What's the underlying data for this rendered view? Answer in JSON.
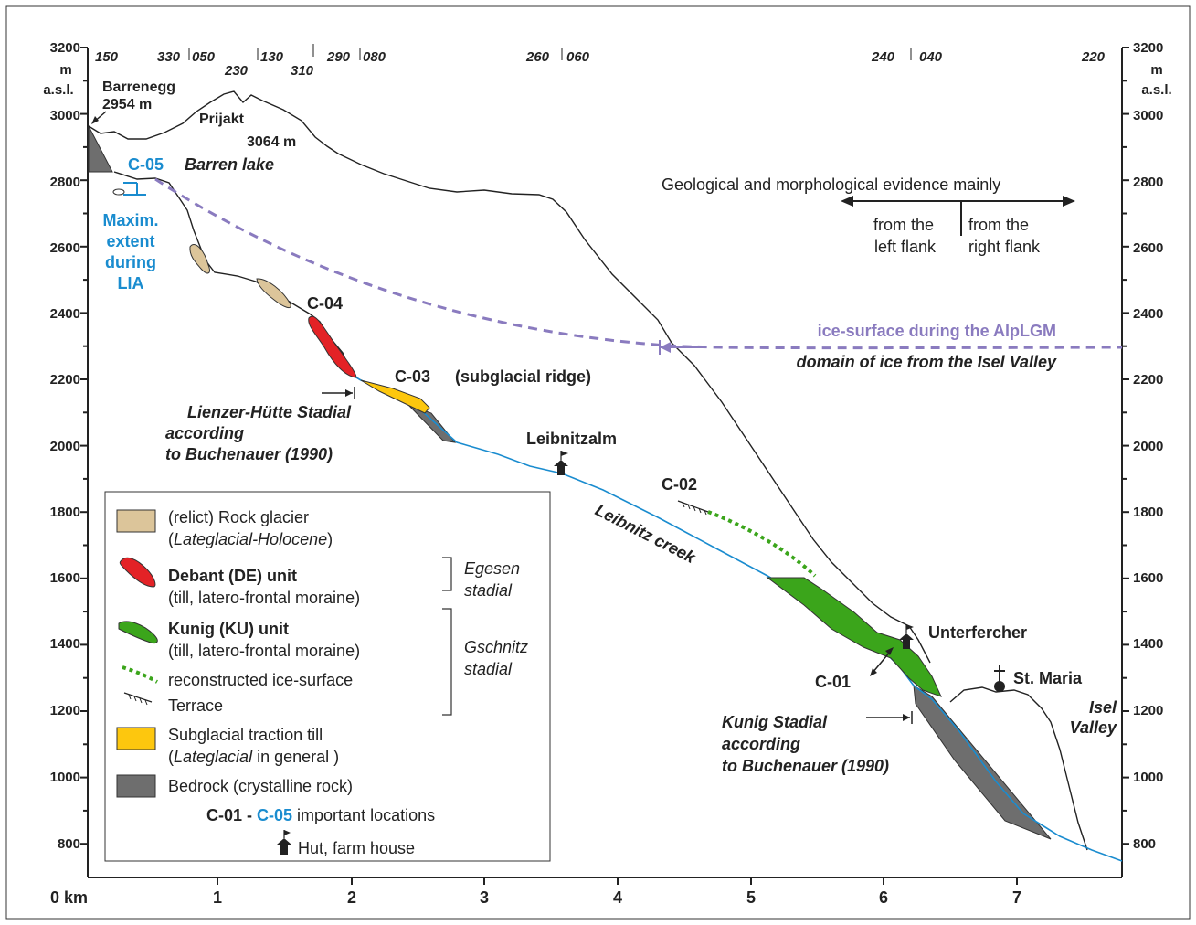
{
  "axes": {
    "y_ticks_left": [
      "3200",
      "3000",
      "2800",
      "2600",
      "2400",
      "2200",
      "2000",
      "1800",
      "1600",
      "1400",
      "1200",
      "1000",
      "800"
    ],
    "y_ticks_right": [
      "3200",
      "3000",
      "2800",
      "2600",
      "2400",
      "2200",
      "2000",
      "1800",
      "1600",
      "1400",
      "1200",
      "1000",
      "800"
    ],
    "y_unit_left": [
      "m",
      "a.s.l."
    ],
    "y_unit_right": [
      "m",
      "a.s.l."
    ],
    "x_ticks": [
      "0 km",
      "1",
      "2",
      "3",
      "4",
      "5",
      "6",
      "7"
    ]
  },
  "azimuths": [
    "150",
    "330",
    "050",
    "230",
    "130",
    "310",
    "290",
    "080",
    "260",
    "060",
    "240",
    "040",
    "220"
  ],
  "peaks": {
    "barrenegg_name": "Barrenegg",
    "barrenegg_height": "2954 m",
    "prijakt_name": "Prijakt",
    "prijakt_height": "3064 m"
  },
  "locations": {
    "c05": "C-05",
    "c05_desc": "Barren lake",
    "lia": [
      "Maxim.",
      "extent",
      "during",
      "LIA"
    ],
    "c04": "C-04",
    "c03": "C-03",
    "c03_desc": "(subglacial ridge)",
    "c02": "C-02",
    "c01": "C-01",
    "leibnitzalm": "Leibnitzalm",
    "unterfercher": "Unterfercher",
    "st_maria": "St. Maria",
    "creek": "Leibnitz creek",
    "valley": [
      "Isel",
      "Valley"
    ]
  },
  "stadials": {
    "lienzer": [
      "Lienzer-Hütte  Stadial",
      "according",
      "to Buchenauer (1990)"
    ],
    "kunig": [
      "Kunig Stadial",
      "according",
      "to Buchenauer (1990)"
    ]
  },
  "evidence": {
    "title": "Geological and morphological evidence mainly",
    "left": [
      "from the",
      "left flank"
    ],
    "right": [
      "from the",
      "right flank"
    ]
  },
  "ice_surface": {
    "line1": "ice-surface during the AlpLGM",
    "line2": "domain of ice from the Isel Valley"
  },
  "legend": {
    "rock_glacier": [
      "(relict) Rock glacier",
      "Lateglacial-Holocene"
    ],
    "debant_title": "Debant (DE) unit",
    "debant_desc": "(till, latero-frontal moraine)",
    "egesen": [
      "Egesen",
      "stadial"
    ],
    "kunig_title": "Kunig (KU) unit",
    "kunig_desc": "(till, latero-frontal moraine)",
    "gschnitz": [
      "Gschnitz",
      "stadial"
    ],
    "reconstructed": "reconstructed ice-surface",
    "terrace": "Terrace",
    "subglacial": [
      "Subglacial traction till",
      "Lateglacial",
      " in general )"
    ],
    "bedrock": "Bedrock (crystalline rock)",
    "important_a": "C-01 - ",
    "important_b": "C-05",
    "important_c": " important locations",
    "hut": "Hut, farm house"
  },
  "colors": {
    "rock_glacier": "#dcc59a",
    "debant": "#e32226",
    "kunig": "#3ba51b",
    "subglacial": "#fdc70e",
    "bedrock": "#6e6e6e",
    "creek": "#1a8ccf",
    "ice_surface": "#8a7bbf",
    "reconstructed": "#3ba51b"
  }
}
